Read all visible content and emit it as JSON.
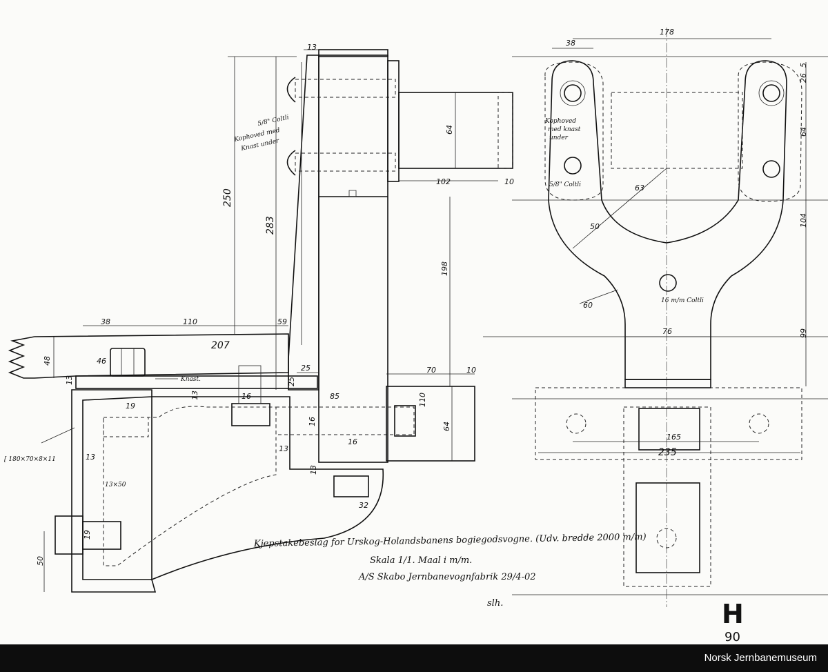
{
  "drawing": {
    "title": "Kjepstakebeslag for Urskog-Holandsbanens bogiegodsvogne. (Udv. bredde 2000 m/m)",
    "scale": "Skala 1/1. Maal i m/m.",
    "maker": "A/S Skabo Jernbanevognfabrik 29/4-02",
    "signature": "slh.",
    "sheet_letter": "H",
    "sheet_number": "90"
  },
  "annotations": {
    "bolt_note_line1": "5/8\" Coltli",
    "bolt_note_line2": "Kophoved med",
    "bolt_note_line3": "Knast under",
    "knast": "Knast.",
    "channel": "[ 180×70×8×11",
    "flat_bar": "13×50",
    "plan_note_line1": "Kophoved",
    "plan_note_line2": "med knast",
    "plan_note_line3": "under",
    "plan_bolt": "5/8\" Coltli",
    "center_hole": "16 m/m Coltli"
  },
  "dimensions": {
    "d13_top": "13",
    "d250": "250",
    "d283": "283",
    "d64_upper": "64",
    "d102": "102",
    "d10_upper": "10",
    "d198": "198",
    "d38_left": "38",
    "d110": "110",
    "d59": "59",
    "d207": "207",
    "d48": "48",
    "d46": "46",
    "d13_a": "13",
    "d25_a": "25",
    "d25_b": "25",
    "d13_b": "13",
    "d16_a": "16",
    "d70": "70",
    "d10_lower": "10",
    "d110_v": "110",
    "d64_lower": "64",
    "d85": "85",
    "d16_b": "16",
    "d16_c": "16",
    "d13_c": "13",
    "d13_d": "13",
    "d19_a": "19",
    "d13_e": "13",
    "d19_b": "19",
    "d50_left": "50",
    "d32": "32",
    "d178": "178",
    "d38_right": "38",
    "d26": "26",
    "d5": "5",
    "d64_right": "64",
    "d63": "63",
    "d50_right": "50",
    "d104": "104",
    "d60": "60",
    "d76": "76",
    "d99": "99",
    "d165": "165",
    "d235": "235"
  },
  "footer": {
    "label": "Norsk Jernbanemuseum"
  }
}
